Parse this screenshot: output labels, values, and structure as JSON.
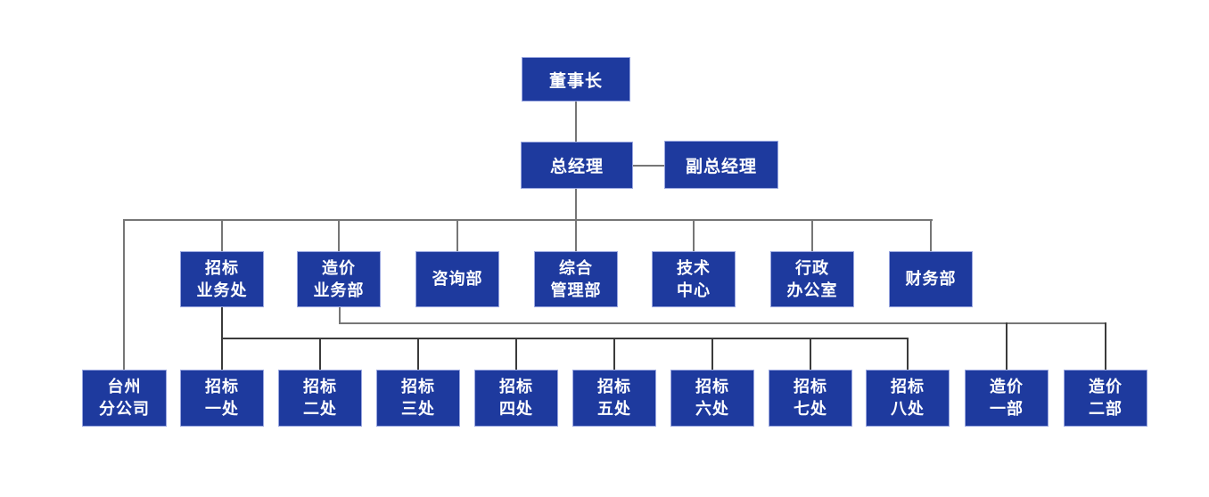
{
  "chart_type": "org-chart",
  "colors": {
    "background": "#ffffff",
    "box_fill": "#1e3a9e",
    "box_border": "#9aa7e0",
    "box_text": "#ffffff",
    "line_gray": "#767676",
    "line_dark": "#3b3b3b"
  },
  "nodes": [
    {
      "id": "chairman",
      "label": "董事长",
      "parent": null,
      "relation": "root"
    },
    {
      "id": "general-manager",
      "label": "总经理",
      "parent": "chairman",
      "relation": "child"
    },
    {
      "id": "deputy-general-manager",
      "label": "副总经理",
      "parent": "general-manager",
      "relation": "lateral"
    },
    {
      "id": "bidding-business-office",
      "label": "招标\n业务处",
      "parent": "general-manager",
      "relation": "child"
    },
    {
      "id": "cost-business-dept",
      "label": "造价\n业务部",
      "parent": "general-manager",
      "relation": "child"
    },
    {
      "id": "consulting-dept",
      "label": "咨询部",
      "parent": "general-manager",
      "relation": "child"
    },
    {
      "id": "general-management-dept",
      "label": "综合\n管理部",
      "parent": "general-manager",
      "relation": "child"
    },
    {
      "id": "technology-center",
      "label": "技术\n中心",
      "parent": "general-manager",
      "relation": "child"
    },
    {
      "id": "admin-office",
      "label": "行政\n办公室",
      "parent": "general-manager",
      "relation": "child"
    },
    {
      "id": "finance-dept",
      "label": "财务部",
      "parent": "general-manager",
      "relation": "child"
    },
    {
      "id": "taizhou-branch",
      "label": "台州\n分公司",
      "parent": "general-manager",
      "relation": "child"
    },
    {
      "id": "bidding-office-1",
      "label": "招标\n一处",
      "parent": "bidding-business-office",
      "relation": "child"
    },
    {
      "id": "bidding-office-2",
      "label": "招标\n二处",
      "parent": "bidding-business-office",
      "relation": "child"
    },
    {
      "id": "bidding-office-3",
      "label": "招标\n三处",
      "parent": "bidding-business-office",
      "relation": "child"
    },
    {
      "id": "bidding-office-4",
      "label": "招标\n四处",
      "parent": "bidding-business-office",
      "relation": "child"
    },
    {
      "id": "bidding-office-5",
      "label": "招标\n五处",
      "parent": "bidding-business-office",
      "relation": "child"
    },
    {
      "id": "bidding-office-6",
      "label": "招标\n六处",
      "parent": "bidding-business-office",
      "relation": "child"
    },
    {
      "id": "bidding-office-7",
      "label": "招标\n七处",
      "parent": "bidding-business-office",
      "relation": "child"
    },
    {
      "id": "bidding-office-8",
      "label": "招标\n八处",
      "parent": "bidding-business-office",
      "relation": "child"
    },
    {
      "id": "cost-dept-1",
      "label": "造价\n一部",
      "parent": "cost-business-dept",
      "relation": "child"
    },
    {
      "id": "cost-dept-2",
      "label": "造价\n二部",
      "parent": "cost-business-dept",
      "relation": "child"
    }
  ]
}
